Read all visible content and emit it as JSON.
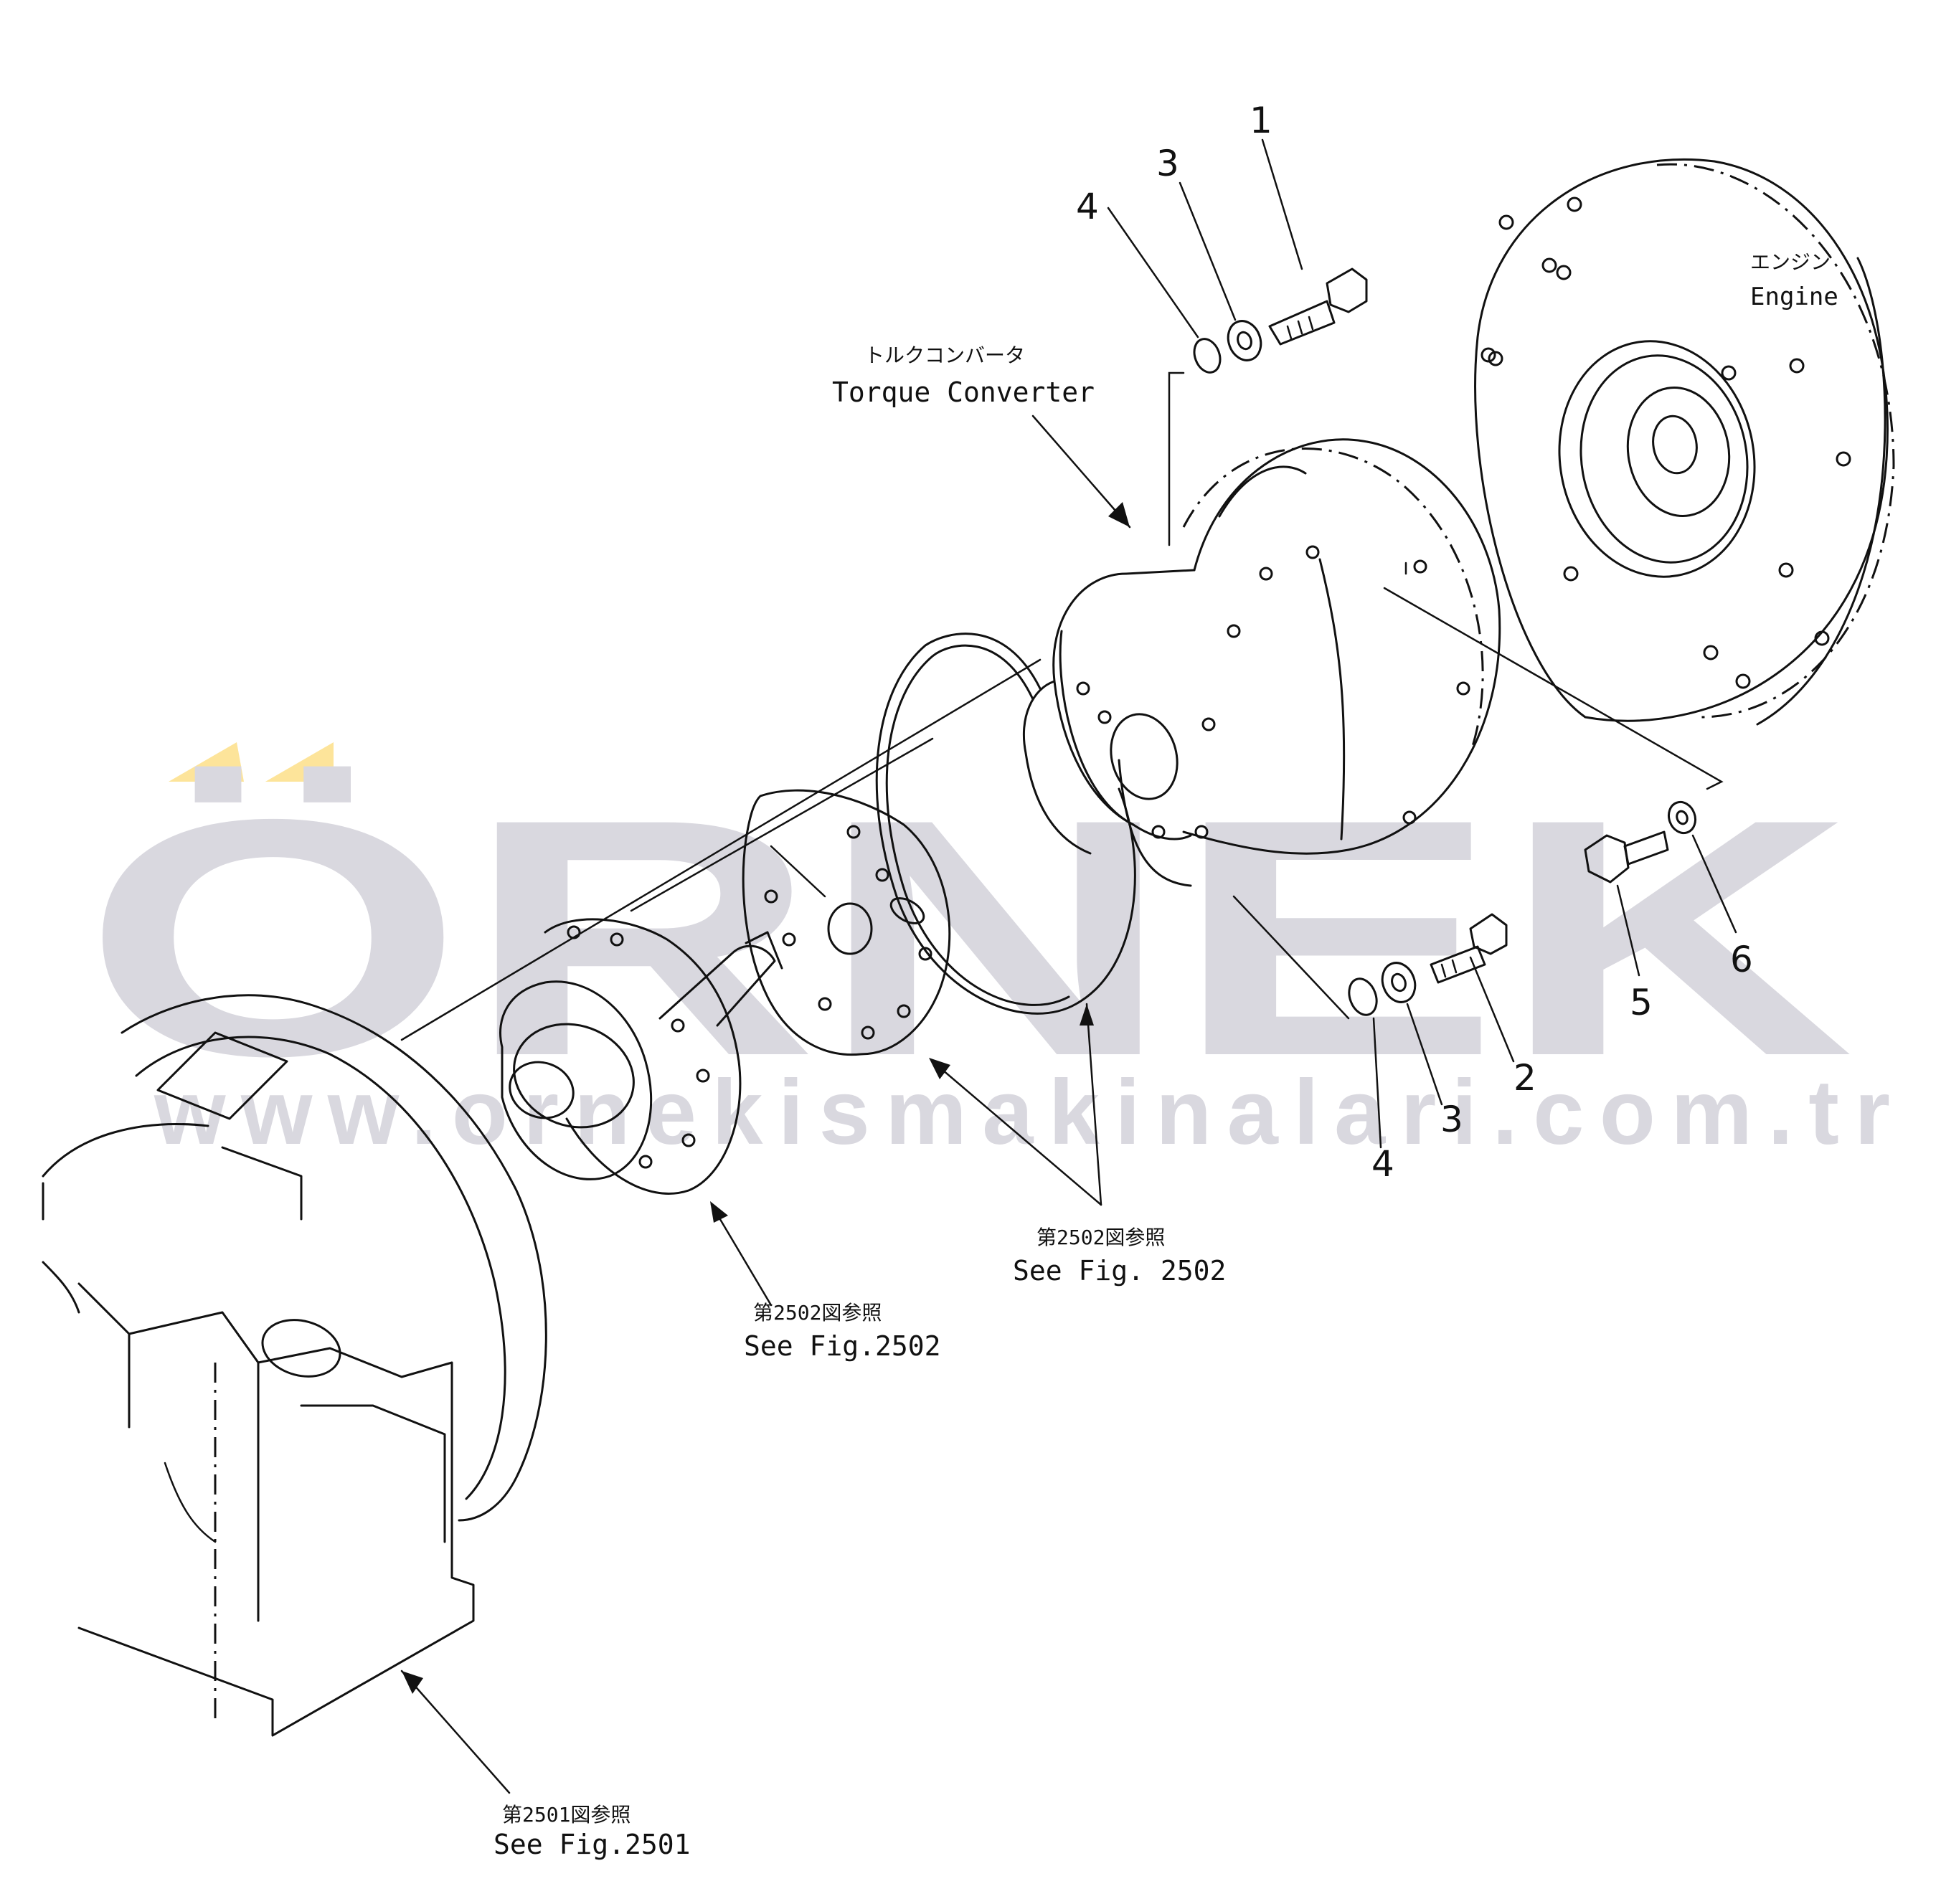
{
  "watermark": {
    "brand": "ÖRNEK",
    "url": "www.ornekismakinalari.com.tr",
    "text_color": "#d9d8df",
    "accent_color": "#fde49a"
  },
  "labels": {
    "engine_jp": "エンジン",
    "engine_en": "Engine",
    "torque_jp": "トルクコンバータ",
    "torque_en": "Torque Converter",
    "ref1_jp": "第2502図参照",
    "ref1_en": "See Fig. 2502",
    "ref2_jp": "第2502図参照",
    "ref2_en": "See Fig.2502",
    "ref3_jp": "第2501図参照",
    "ref3_en": "See Fig.2501"
  },
  "part_numbers": {
    "p1": "1",
    "p3_top": "3",
    "p4_top": "4",
    "p2": "2",
    "p3_bottom": "3",
    "p4_bottom": "4",
    "p5": "5",
    "p6": "6"
  }
}
